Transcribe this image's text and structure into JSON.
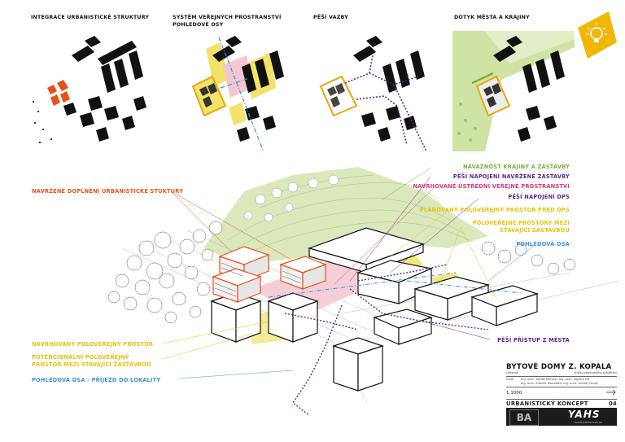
{
  "top_panels": [
    {
      "caption": "INTEGRACE URBANISTICKÉ STRUKTURY"
    },
    {
      "caption": "SYSTÉM VEŘEJNÝCH PROSTRANSTVÍ",
      "caption2": "POHLEDOVÉ OSY"
    },
    {
      "caption": "PĚŠÍ VAZBY"
    },
    {
      "caption": "DOTYK MĚSTA A KRAJINY"
    }
  ],
  "labels_right": [
    {
      "text": "NÁVAZNOST KRAJINY A ZÁSTAVBY",
      "color": "#7fb034"
    },
    {
      "text": "PĚŠÍ NAPOJENÍ NAVRŽENÉ ZÁSTAVBY",
      "color": "#5b2a8a"
    },
    {
      "text": "NAVRHOVANÉ ÚSTŘEDNÍ VEŘEJNÉ PROSTRANSTVÍ",
      "color": "#d9377a"
    },
    {
      "text": "PĚŠÍ NAPOJENÍ DPS",
      "color": "#5b2a8a"
    },
    {
      "text": "PLÁNOVANÝ POLOVEŘEJNÝ PROSTOR PŘED DPS",
      "color": "#e8c20a"
    },
    {
      "text": "POLOVEŘEJNÉ PROSTORY MEZI",
      "color": "#e8c20a"
    },
    {
      "text": "STÁVAJÍCÍ ZÁSTAVBOU",
      "color": "#e8c20a"
    },
    {
      "text": "POHLEDOVÁ OSA",
      "color": "#3f8fe0"
    },
    {
      "text": "PĚŠÍ PŘÍSTUP Z MĚSTA",
      "color": "#5b2a8a"
    }
  ],
  "labels_left": [
    {
      "text": "NAVRŽENÉ DOPLNĚNÍ URBANISTICKÉ STUKTURY",
      "color": "#e8501a"
    },
    {
      "text": "NAVRHOVANÝ POLOVEŘEJNÝ PROSTOR",
      "color": "#e8c20a"
    },
    {
      "text": "POTENCIONÁLNÍ POLOVEŘEJNÝ",
      "color": "#e8c20a"
    },
    {
      "text": "PROSTOR MEZI STÁVAJÍCÍ ZÁSTAVBOU",
      "color": "#e8c20a"
    },
    {
      "text": "POHLEDOVÁ OSA - PŘÍJEZD DO LOKALITY",
      "color": "#3f8fe0"
    }
  ],
  "title_block": {
    "title": "BYTOVÉ DOMY Z. KOPALA",
    "subtitle_left": "Litomyšl",
    "subtitle_right": "studie objemového prověření",
    "authors_label": "autor",
    "authors_1": "Ing. arch. Tomáš Mervart, Ing. arch. Vojtěch Kit,",
    "authors_2": "Ing. arch. Zdeněk Mondalka, Ing. arch. Ondřej Chudý",
    "scale": "1:1000",
    "concept": "URBANISTICKÝ KONCEPT",
    "sheet": "04",
    "logo_left": "BA",
    "logo_right": "YAHS",
    "website": "www.ateliervas.cz"
  },
  "colors": {
    "orange": "#e8501a",
    "yellow": "#f3e36a",
    "pink": "#f4c6d1",
    "purple": "#5b2a8a",
    "blue": "#3f8fe0",
    "green": "#a9cc6a",
    "lightgreen": "#e2eec7",
    "gold": "#e8a60a"
  },
  "icons": [
    "lightbulb-icon",
    "north-arrow-icon"
  ]
}
